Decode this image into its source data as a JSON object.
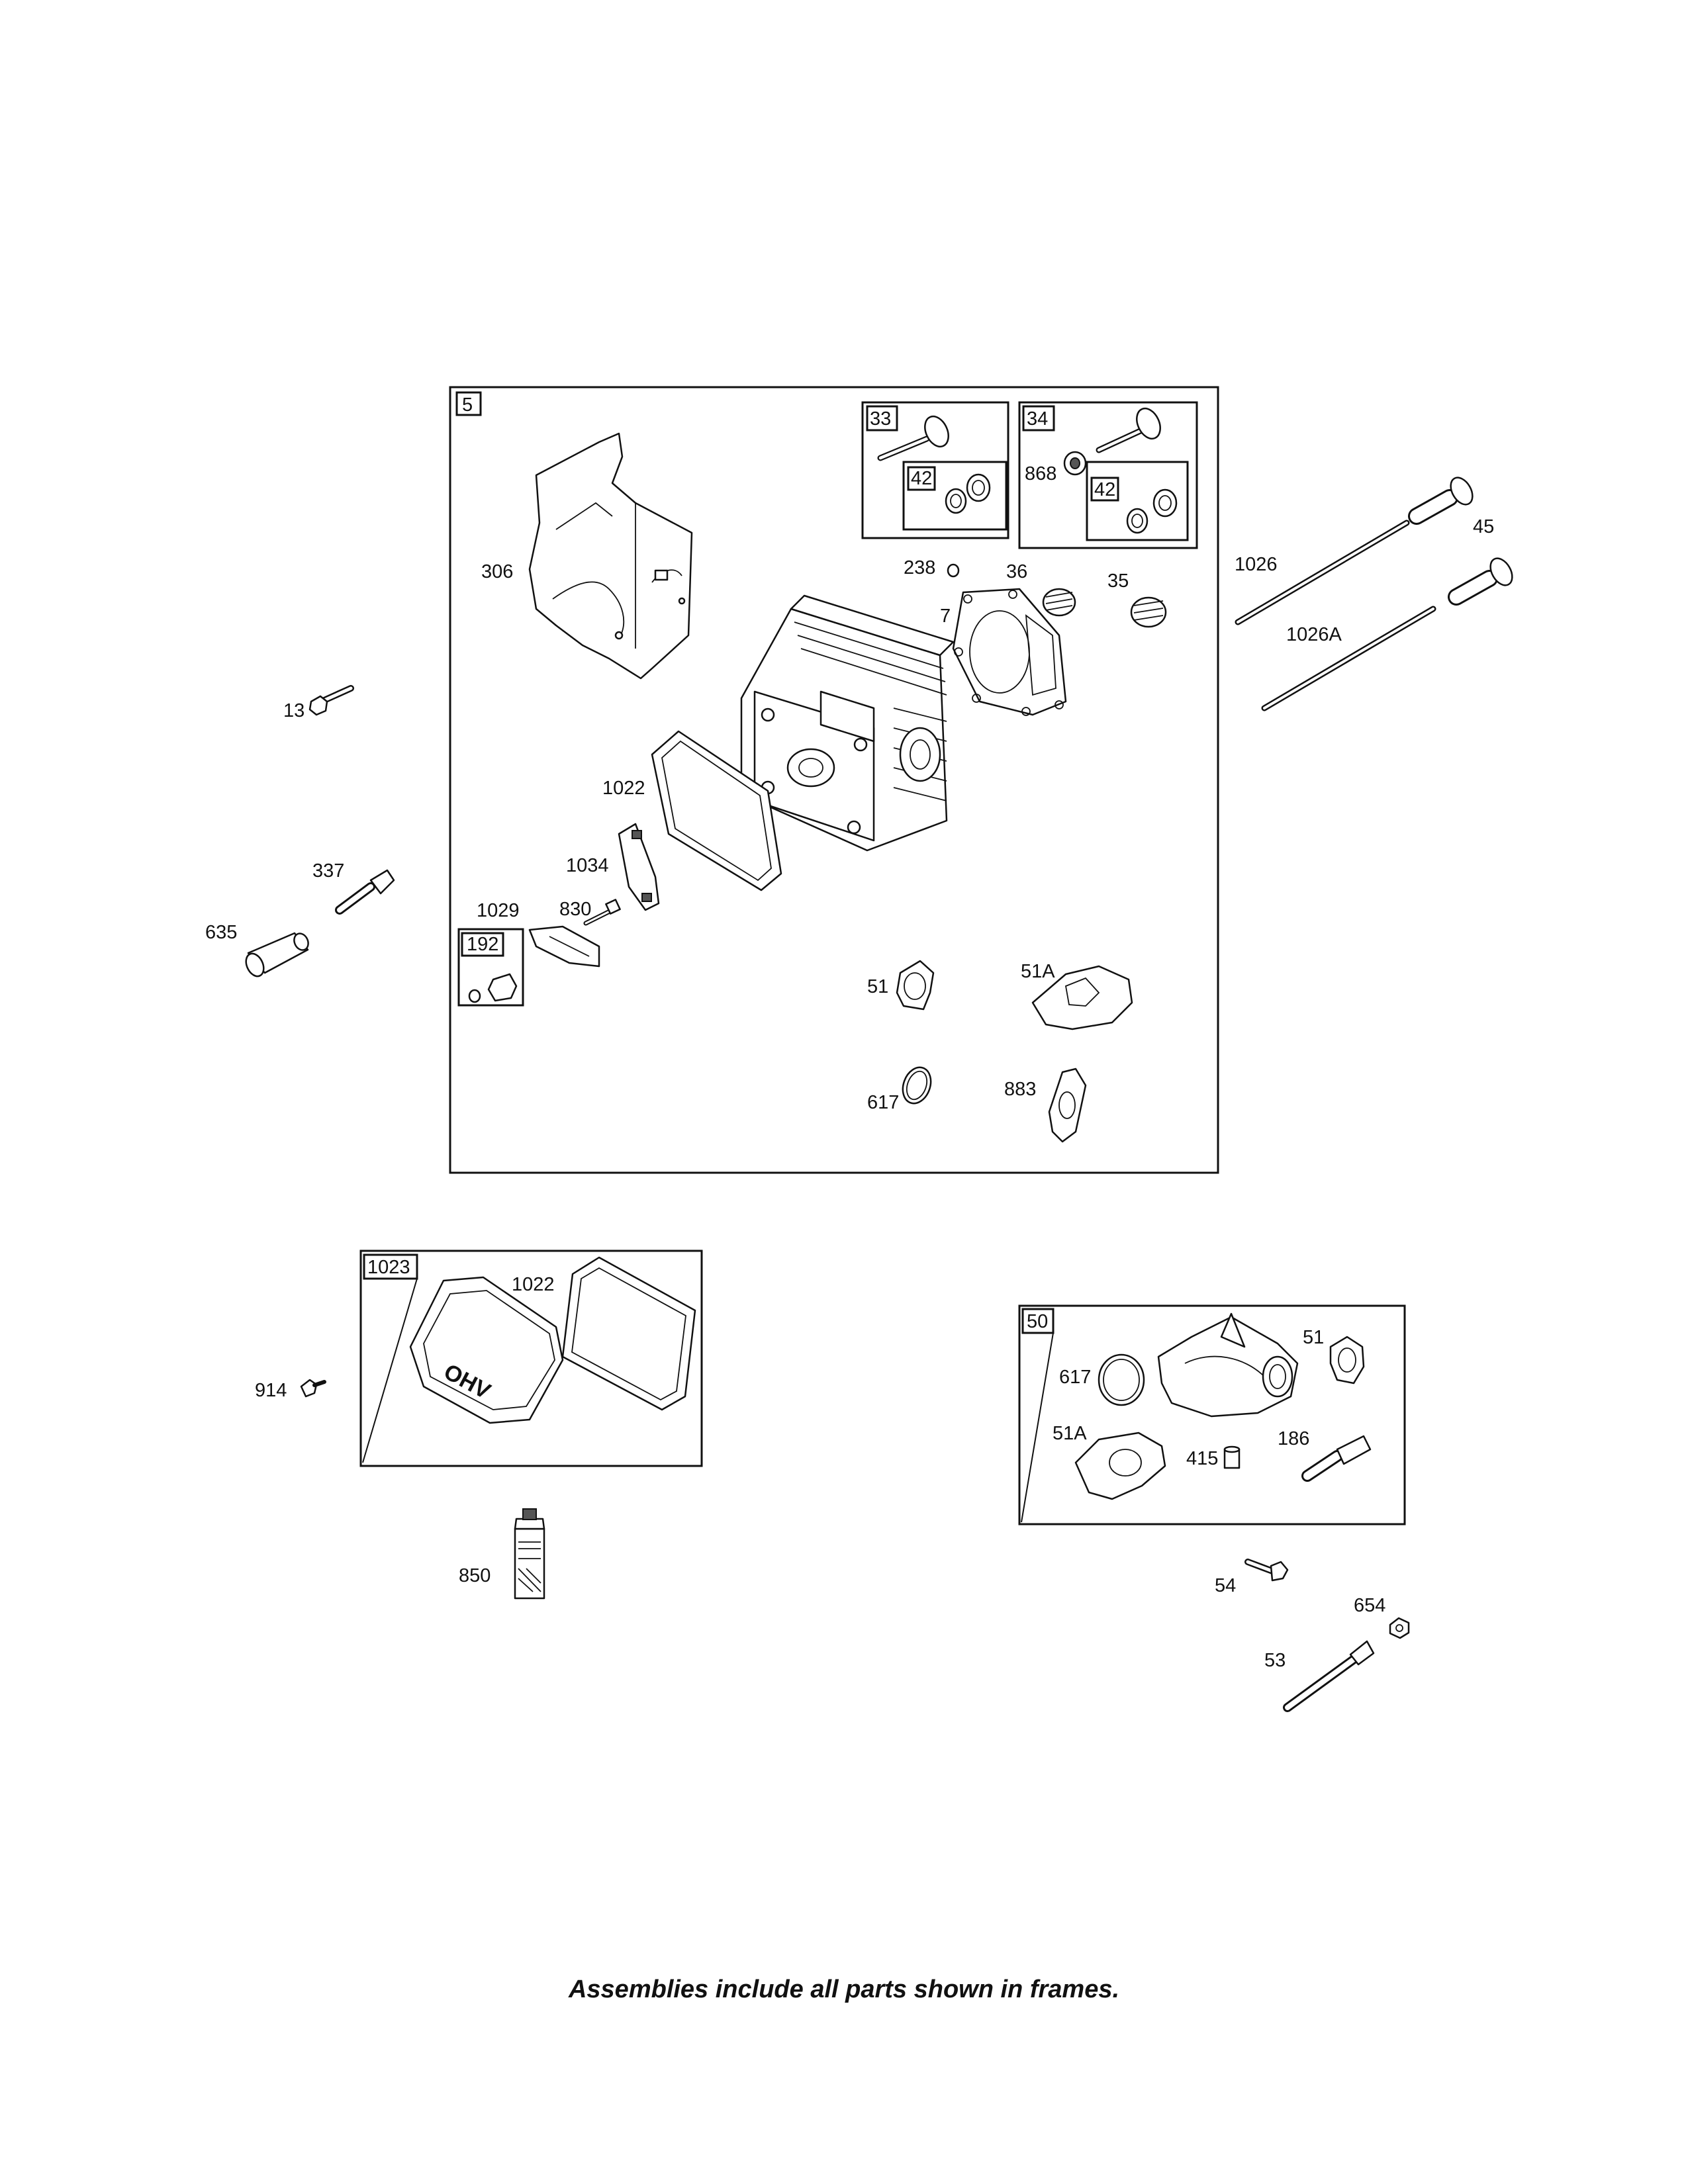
{
  "frames": {
    "main": "5",
    "valve_exhaust": "33",
    "valve_intake": "34",
    "seal_kit_a": "42",
    "seal_kit_b": "42",
    "nut_kit": "192",
    "rocker_cover": "1023",
    "adapter": "50"
  },
  "labels": {
    "p306": "306",
    "p13": "13",
    "p337": "337",
    "p635": "635",
    "p1022": "1022",
    "p1034": "1034",
    "p1029": "1029",
    "p830": "830",
    "p238": "238",
    "p7": "7",
    "p36": "36",
    "p35": "35",
    "p868": "868",
    "p1026": "1026",
    "p1026A": "1026A",
    "p45": "45",
    "p51": "51",
    "p51A": "51A",
    "p617": "617",
    "p883": "883",
    "p1022b": "1022",
    "p914": "914",
    "p850": "850",
    "p617b": "617",
    "p51b": "51",
    "p51Ab": "51A",
    "p415": "415",
    "p186": "186",
    "p54": "54",
    "p654": "654",
    "p53": "53"
  },
  "cover_logo": "OHV",
  "footnote": "Assemblies include all parts shown in frames."
}
